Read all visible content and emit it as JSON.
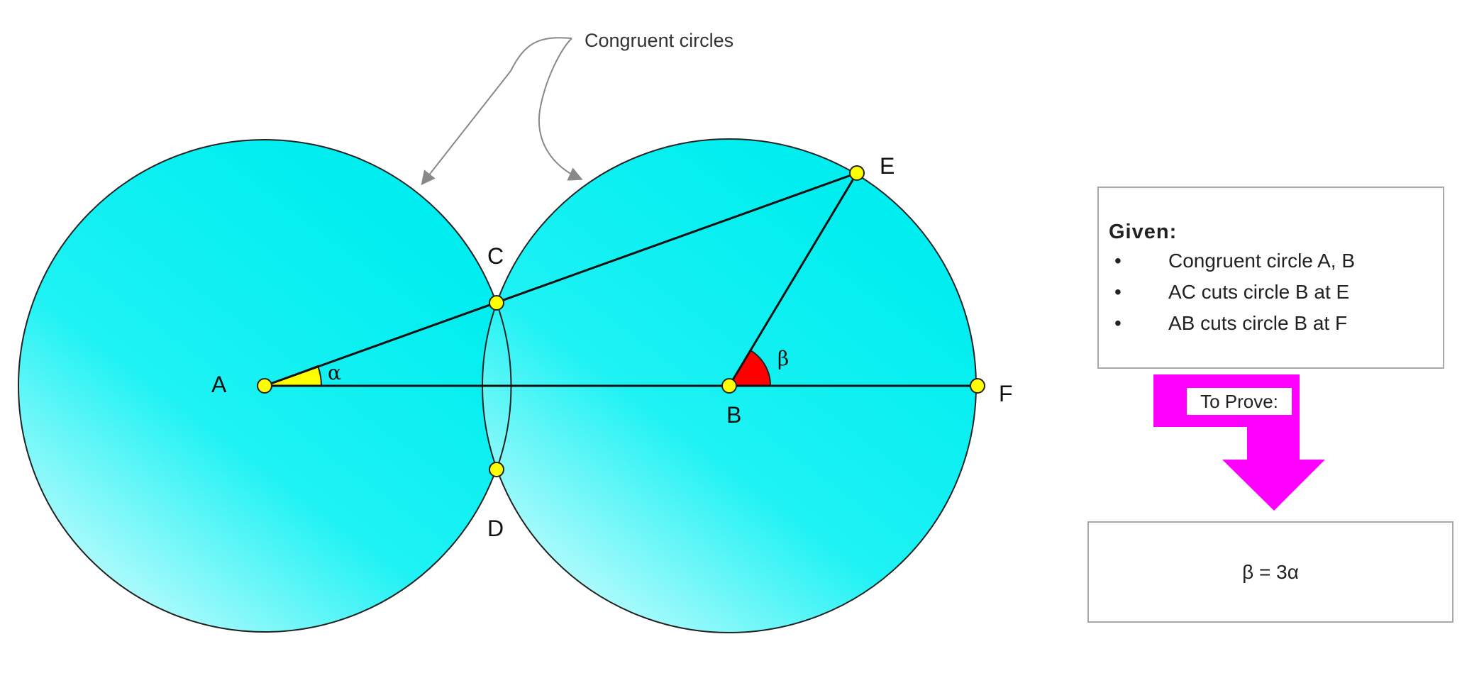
{
  "callout": {
    "text": "Congruent circles"
  },
  "points": {
    "A": "A",
    "B": "B",
    "C": "C",
    "D": "D",
    "E": "E",
    "F": "F"
  },
  "angles": {
    "alpha": "α",
    "beta": "β",
    "alpha_color": "#ffff00",
    "beta_color": "#ff0000"
  },
  "colors": {
    "circle_fill": "#00eef0",
    "arrow": "#ff00ff",
    "point": "#ffff00"
  },
  "given": {
    "title": "Given:",
    "items": [
      "Congruent circle A, B",
      "AC cuts circle B at E",
      "AB cuts circle B at F"
    ]
  },
  "to_prove": {
    "label": "To Prove:",
    "statement": "β = 3α"
  }
}
